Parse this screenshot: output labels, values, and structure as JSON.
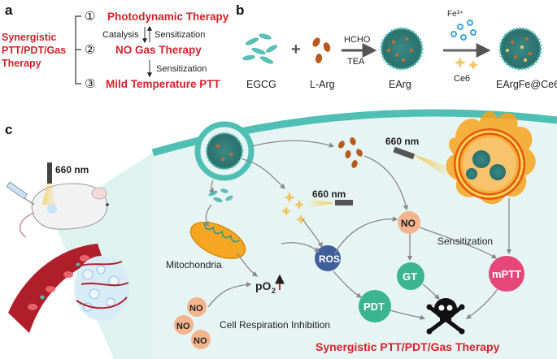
{
  "panel_a": {
    "label": "a",
    "left_title": [
      "Synergistic",
      "PTT/PDT/Gas",
      "Therapy"
    ],
    "steps": [
      {
        "num": "①",
        "text": "Photodynamic Therapy"
      },
      {
        "num": "②",
        "text": "NO Gas Therapy"
      },
      {
        "num": "③",
        "text": "Mild Temperature PTT"
      }
    ],
    "catalysis": "Catalysis",
    "sensitization_1": "Sensitization",
    "sensitization_2": "Sensitization"
  },
  "panel_b": {
    "label": "b",
    "egcg": "EGCG",
    "plus": "+",
    "larg": "L-Arg",
    "reagent_top": "HCHO",
    "reagent_bottom": "TEA",
    "earg": "EArg",
    "fe": "Fe³⁺",
    "ce6": "Ce6",
    "product": "EArgFe@Ce6"
  },
  "panel_c": {
    "label": "c",
    "laser_mouse": "660 nm",
    "laser_mid": "660 nm",
    "laser_right": "660 nm",
    "mitochondria": "Mitochondria",
    "po2": "pO",
    "po2_sub": "2",
    "ros": "ROS",
    "no": "NO",
    "gt": "GT",
    "mptt": "mPTT",
    "pdt": "PDT",
    "sensitization": "Sensitization",
    "no_bubbles": [
      "NO",
      "NO",
      "NO"
    ],
    "cell_resp": "Cell Respiration Inhibition",
    "final": "Synergistic PTT/PDT/Gas Therapy"
  },
  "colors": {
    "red": "#d6202b",
    "teal": "#4fbfb4",
    "cell_bg": "#e6f5f3",
    "ros": "#3f5f9a",
    "no": "#f4b48e",
    "node_green": "#3bb58e",
    "node_pink": "#e5477b",
    "arg": "#b85a1e"
  }
}
